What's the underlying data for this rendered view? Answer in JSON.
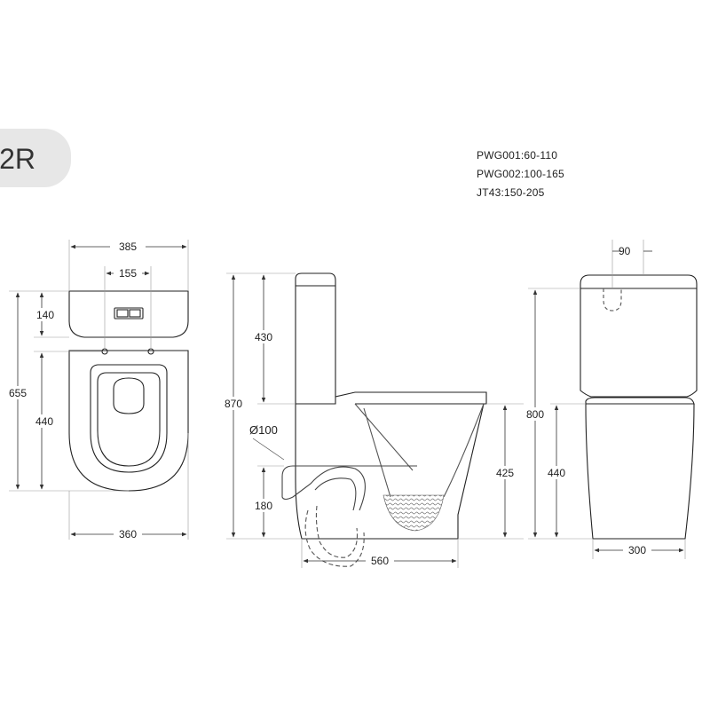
{
  "model_label": "2R",
  "flush_pipe_specs": [
    "PWG001:60-110",
    "PWG002:100-165",
    "JT43:150-205"
  ],
  "dimensions": {
    "top_view": {
      "width_top": "385",
      "button_spacing": "155",
      "cistern_depth": "140",
      "total_depth": "655",
      "bowl_length": "440",
      "bottom_width": "360"
    },
    "side_view": {
      "total_height": "870",
      "cistern_height": "430",
      "outlet_diameter": "Ø100",
      "seat_height": "425",
      "outlet_height": "180",
      "base_length": "560"
    },
    "front_view": {
      "inlet_offset": "90",
      "total_height": "800",
      "seat_height": "440",
      "base_width": "300"
    }
  }
}
